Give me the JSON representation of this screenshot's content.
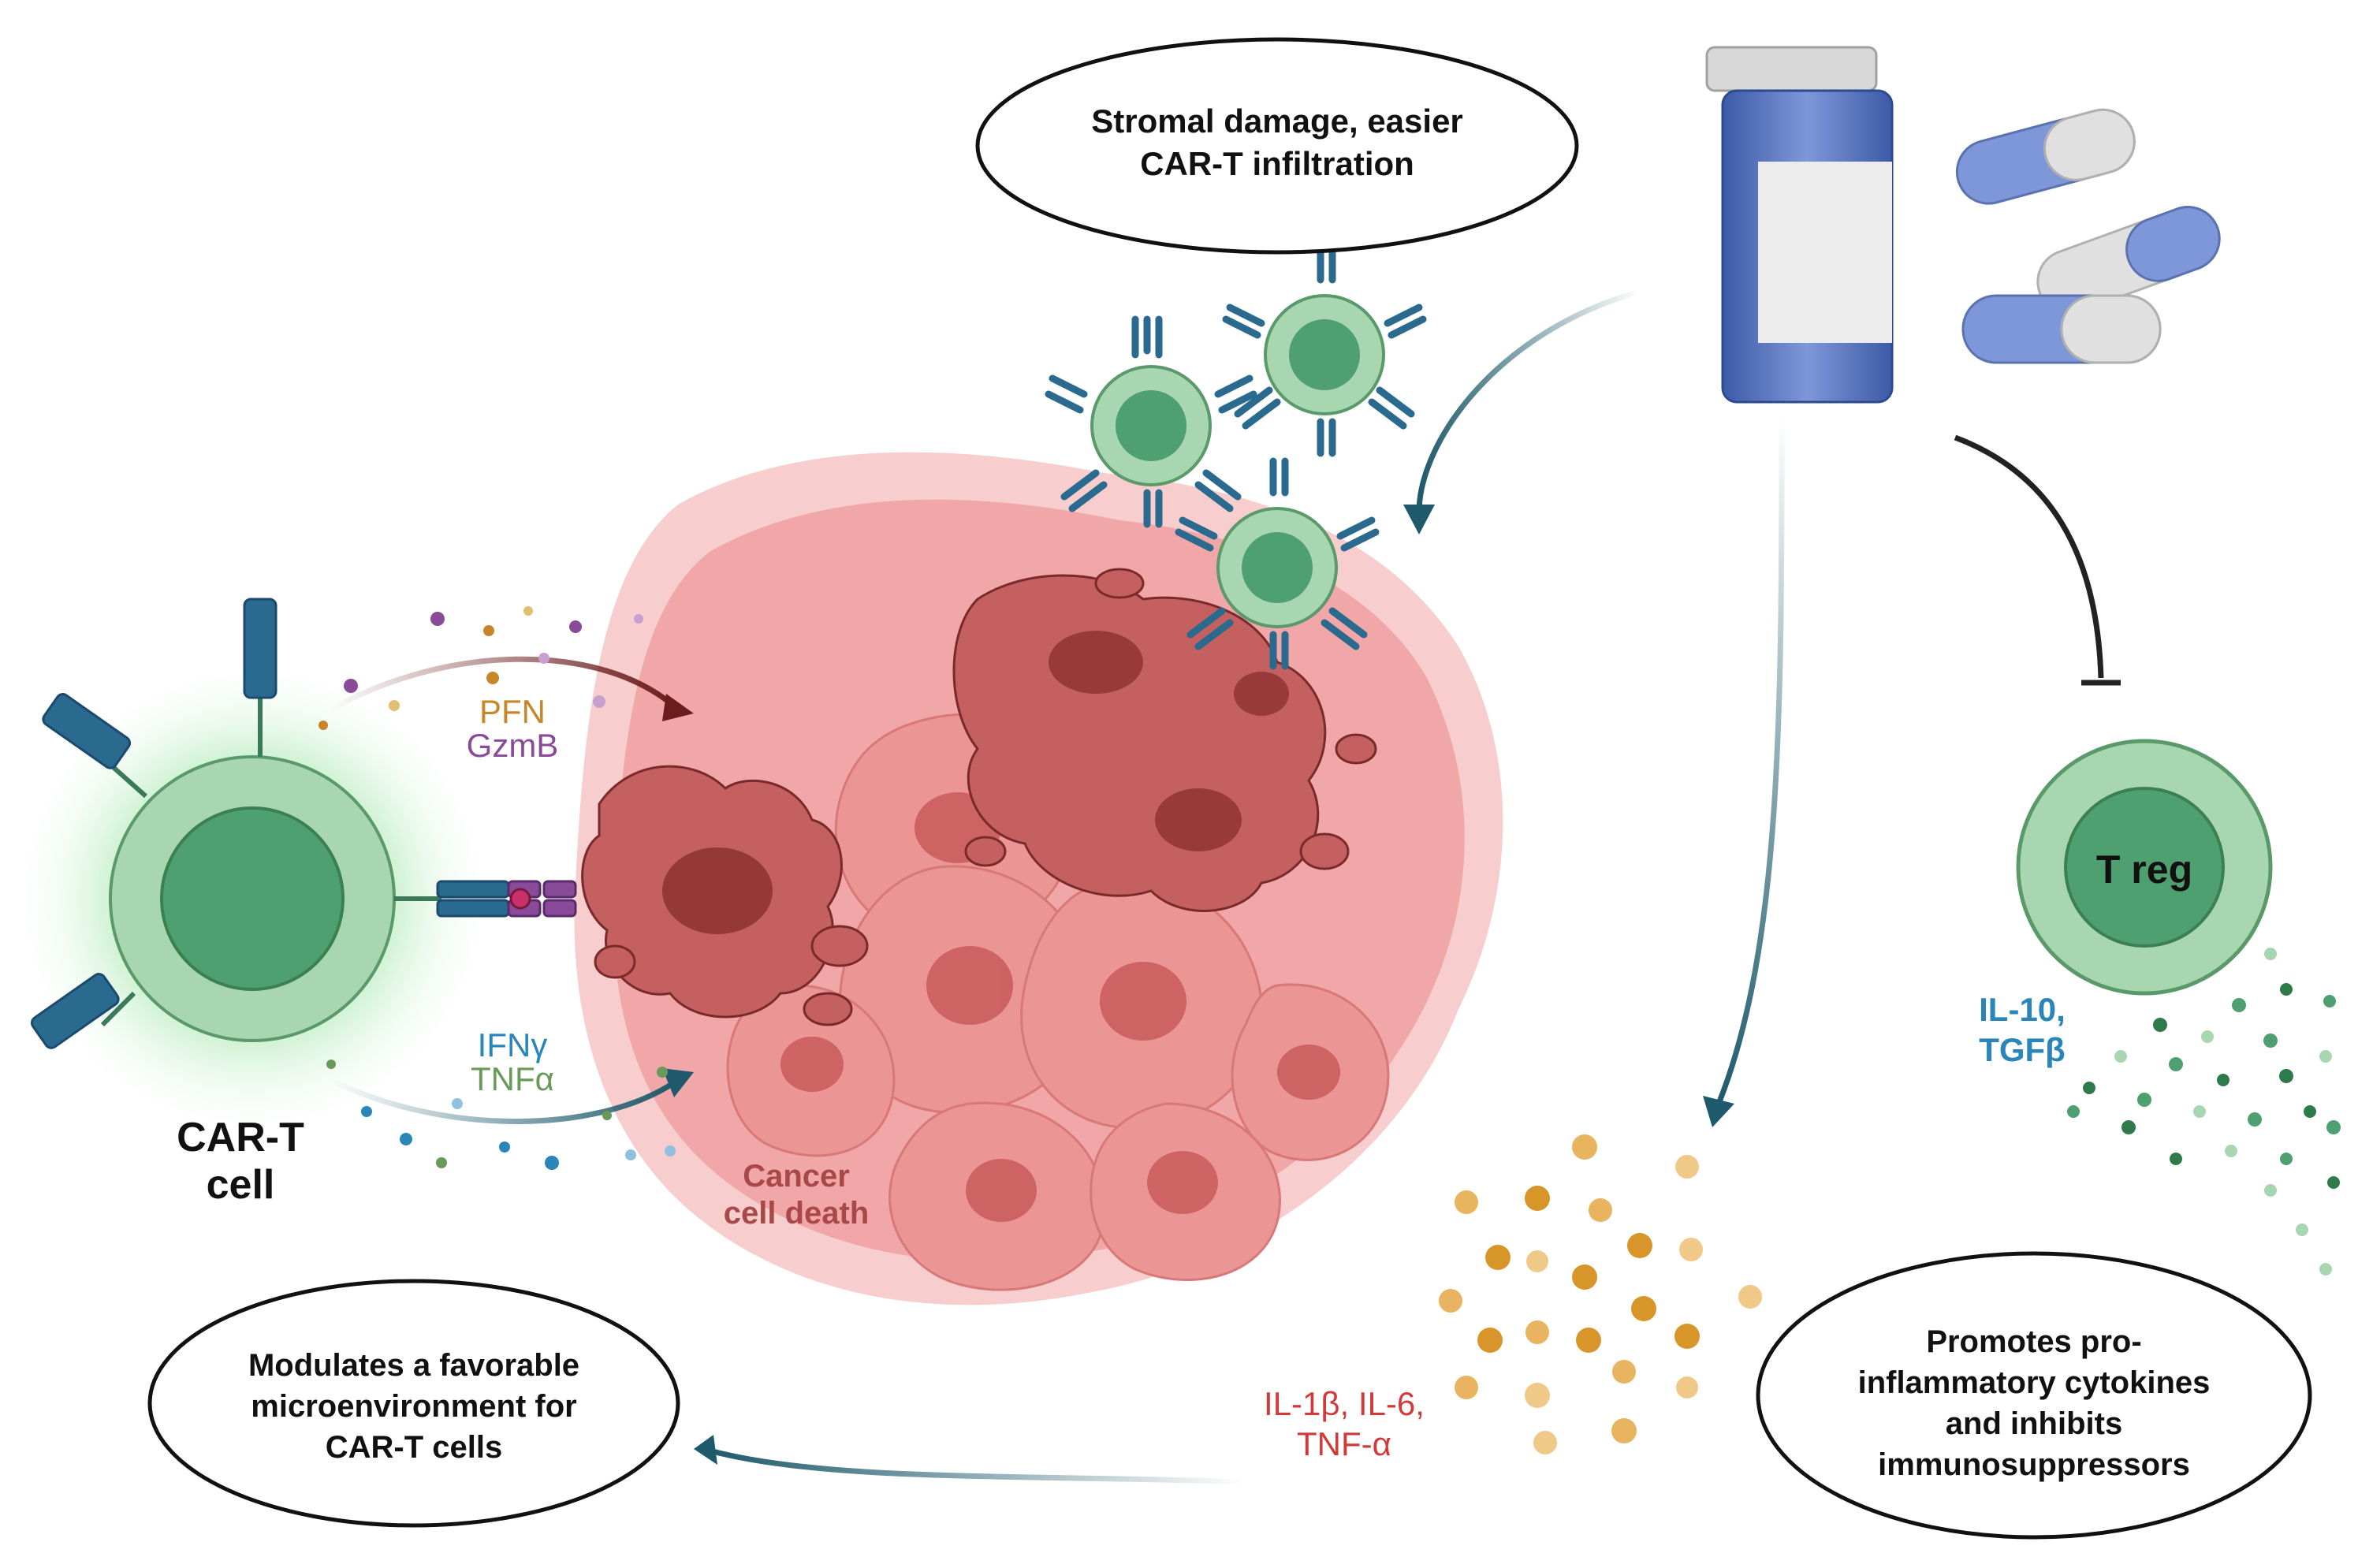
{
  "bubbles": {
    "stromal": [
      "Stromal damage, easier",
      "CAR-T infiltration"
    ],
    "modulates": [
      "Modulates a favorable",
      "microenvironment for",
      "CAR-T cells"
    ],
    "promotes": [
      "Promotes pro-",
      "inflammatory cytokines",
      "and inhibits",
      "immunosuppressors"
    ]
  },
  "labels": {
    "pfn": "PFN",
    "gzmb": "GzmB",
    "ifng": "IFNγ",
    "tnfa": "TNFα",
    "cart_cell": [
      "CAR-T",
      "cell"
    ],
    "cancer_death": [
      "Cancer",
      "cell death"
    ],
    "treg": "T reg",
    "il10": [
      "IL-10,",
      "TGFβ"
    ],
    "il1b": [
      "IL-1β, IL-6,",
      "TNF-α"
    ]
  },
  "colors": {
    "teal_arrow": "#1e5a6b",
    "maroon_arrow": "#6b1d1d",
    "pfn": "#c8862a",
    "gzmb": "#8a4a9a",
    "ifng": "#2a86b8",
    "tnfa": "#6a9a5a",
    "cancer_text": "#a84848",
    "il_red": "#d03a3a",
    "il10_blue": "#2a86b8",
    "cell_green": "#a8d6b0",
    "cell_nucleus": "#4fa070",
    "receptor_blue": "#2a6a8e"
  }
}
